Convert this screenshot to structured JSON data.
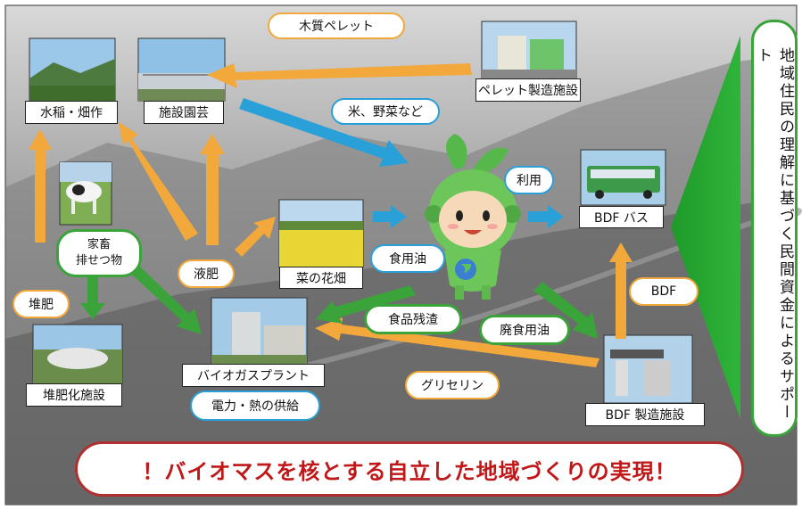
{
  "banner": "！バイオマスを核とする自立した地域づくりの実現！",
  "side_note": "地域住民の理解に基づく民間資金によるサポート",
  "facilities": {
    "paddy": "水稲・畑作",
    "greenhouse": "施設園芸",
    "pellet_plant": "ペレット製造施設",
    "bdf_bus": "BDF バス",
    "rapeseed_field": "菜の花畑",
    "compost_facility": "堆肥化施設",
    "biogas_plant": "バイオガスプラント",
    "bdf_plant": "BDF 製造施設"
  },
  "labels": {
    "wood_pellet": "木質ペレット",
    "rice_veg": "米、野菜など",
    "use": "利用",
    "livestock": "家畜\n排せつ物",
    "liquid_fertilizer": "液肥",
    "cooking_oil": "食用油",
    "bdf": "BDF",
    "compost": "堆肥",
    "food_residue": "食品残渣",
    "waste_oil": "廃食用油",
    "glycerin": "グリセリン",
    "power_heat": "電力・熱の供給"
  },
  "colors": {
    "orange_arrow": "#f2a83a",
    "blue_arrow": "#2aa0d8",
    "green_arrow": "#3aa43a",
    "banner_red": "#c01818"
  }
}
